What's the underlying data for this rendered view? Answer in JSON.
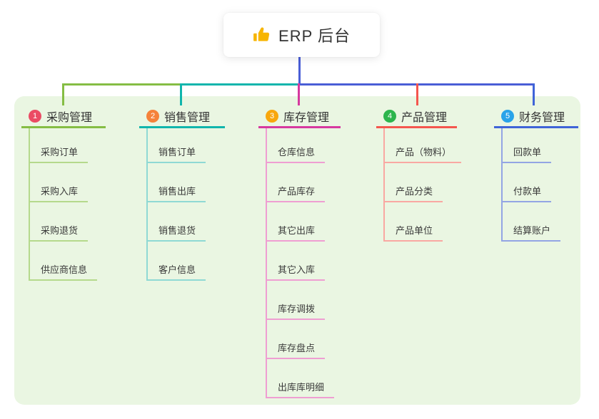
{
  "root": {
    "title": "ERP 后台",
    "line_color": "#4a5ed6"
  },
  "panel_color": "#eaf6e2",
  "branches": [
    {
      "badge": "1",
      "label": "采购管理",
      "badge_color": "#eb4b64",
      "line_color": "#85bd44",
      "child_line_color": "#b5d98c",
      "items": [
        "采购订单",
        "采购入库",
        "采购退货",
        "供应商信息"
      ]
    },
    {
      "badge": "2",
      "label": "销售管理",
      "badge_color": "#f5823a",
      "line_color": "#10b5ac",
      "child_line_color": "#8fd9d4",
      "items": [
        "销售订单",
        "销售出库",
        "销售退货",
        "客户信息"
      ]
    },
    {
      "badge": "3",
      "label": "库存管理",
      "badge_color": "#f8a70d",
      "line_color": "#d6399f",
      "child_line_color": "#ef9ed2",
      "items": [
        "仓库信息",
        "产品库存",
        "其它出库",
        "其它入库",
        "库存调拨",
        "库存盘点",
        "出库库明细"
      ]
    },
    {
      "badge": "4",
      "label": "产品管理",
      "badge_color": "#2db54d",
      "line_color": "#f4564e",
      "child_line_color": "#f9a8a2",
      "items": [
        "产品（物料）",
        "产品分类",
        "产品单位"
      ]
    },
    {
      "badge": "5",
      "label": "财务管理",
      "badge_color": "#29a3e9",
      "line_color": "#3f64d8",
      "child_line_color": "#93a5e4",
      "items": [
        "回款单",
        "付款单",
        "结算账户"
      ]
    }
  ]
}
